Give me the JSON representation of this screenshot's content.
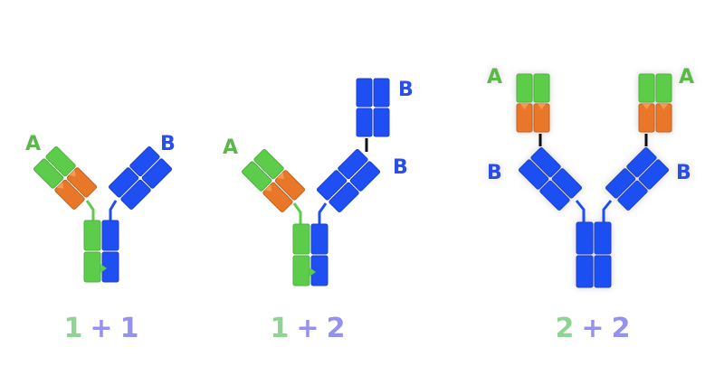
{
  "formats": [
    {
      "caption_first": "1",
      "caption_plus": "+",
      "caption_second": "1",
      "labels": [
        "A",
        "B"
      ]
    },
    {
      "caption_first": "1",
      "caption_plus": "+",
      "caption_second": "2",
      "labels": [
        "A",
        "B",
        "B"
      ]
    },
    {
      "caption_first": "2",
      "caption_plus": "+",
      "caption_second": "2",
      "labels": [
        "A",
        "A",
        "B",
        "B"
      ]
    }
  ],
  "colors": {
    "domain_a_light": "#5dcc4a",
    "domain_a_heavy": "#e8772a",
    "domain_b": "#1f4ff2",
    "caption_green": "#8fd493",
    "caption_purple": "#9591f0"
  }
}
